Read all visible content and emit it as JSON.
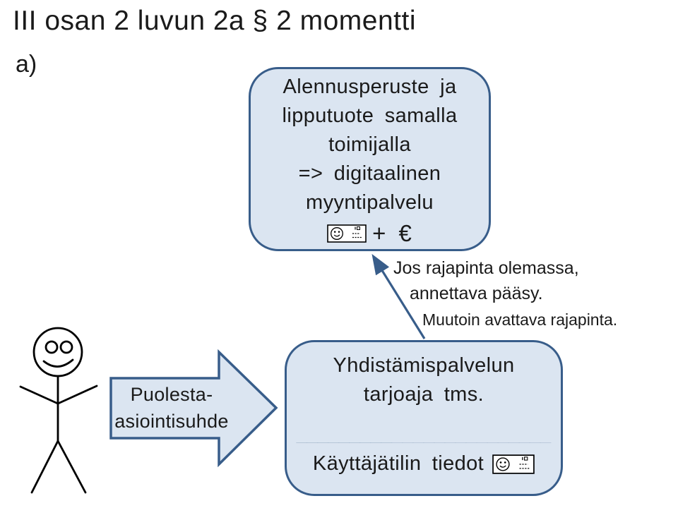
{
  "slide": {
    "title": "III osan 2 luvun 2a § 2 momentti",
    "label": "a)"
  },
  "top_box": {
    "lines": [
      "Alennusperuste ja",
      "lipputuote samalla",
      "toimijalla",
      "=> digitaalinen",
      "myyntipalvelu"
    ],
    "icon": "id-card-smiley-icon",
    "euro_suffix": "+ €"
  },
  "annotation": {
    "lines": [
      "Jos rajapinta olemassa,",
      "annettava pääsy.",
      "Muutoin avattava rajapinta."
    ]
  },
  "flow_arrow": {
    "label_lines": [
      "Puolesta-",
      "asiointisuhde"
    ]
  },
  "bottom_box": {
    "title_lines": [
      "Yhdistämispalvelun",
      "tarjoaja tms."
    ],
    "divider": "________________________",
    "footer": "Käyttäjätilin tiedot",
    "icon": "id-card-smiley-icon"
  },
  "figure": {
    "description": "stick-person"
  },
  "colors": {
    "box_fill": "#dbe5f1",
    "box_border": "#385d8a",
    "connector": "#385d8a",
    "divider": "#4f6d93",
    "text": "#1a1a1a"
  }
}
